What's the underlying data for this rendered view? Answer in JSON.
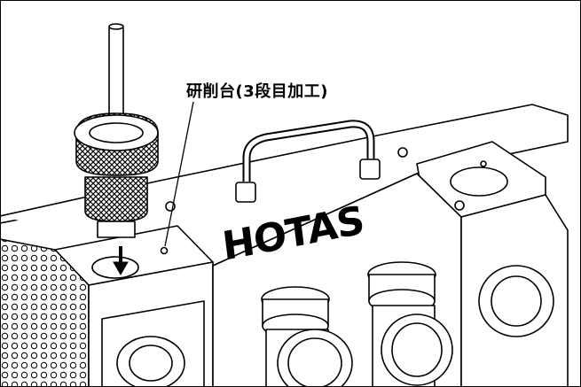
{
  "figure": {
    "callout_label": "研削台(3段目加工)",
    "brand_text": "HOTAS"
  },
  "colors": {
    "line": "#000000",
    "background": "#ffffff"
  },
  "icons": [
    "screw-icon",
    "knurled-knob",
    "down-arrow-icon",
    "dial-icon"
  ]
}
